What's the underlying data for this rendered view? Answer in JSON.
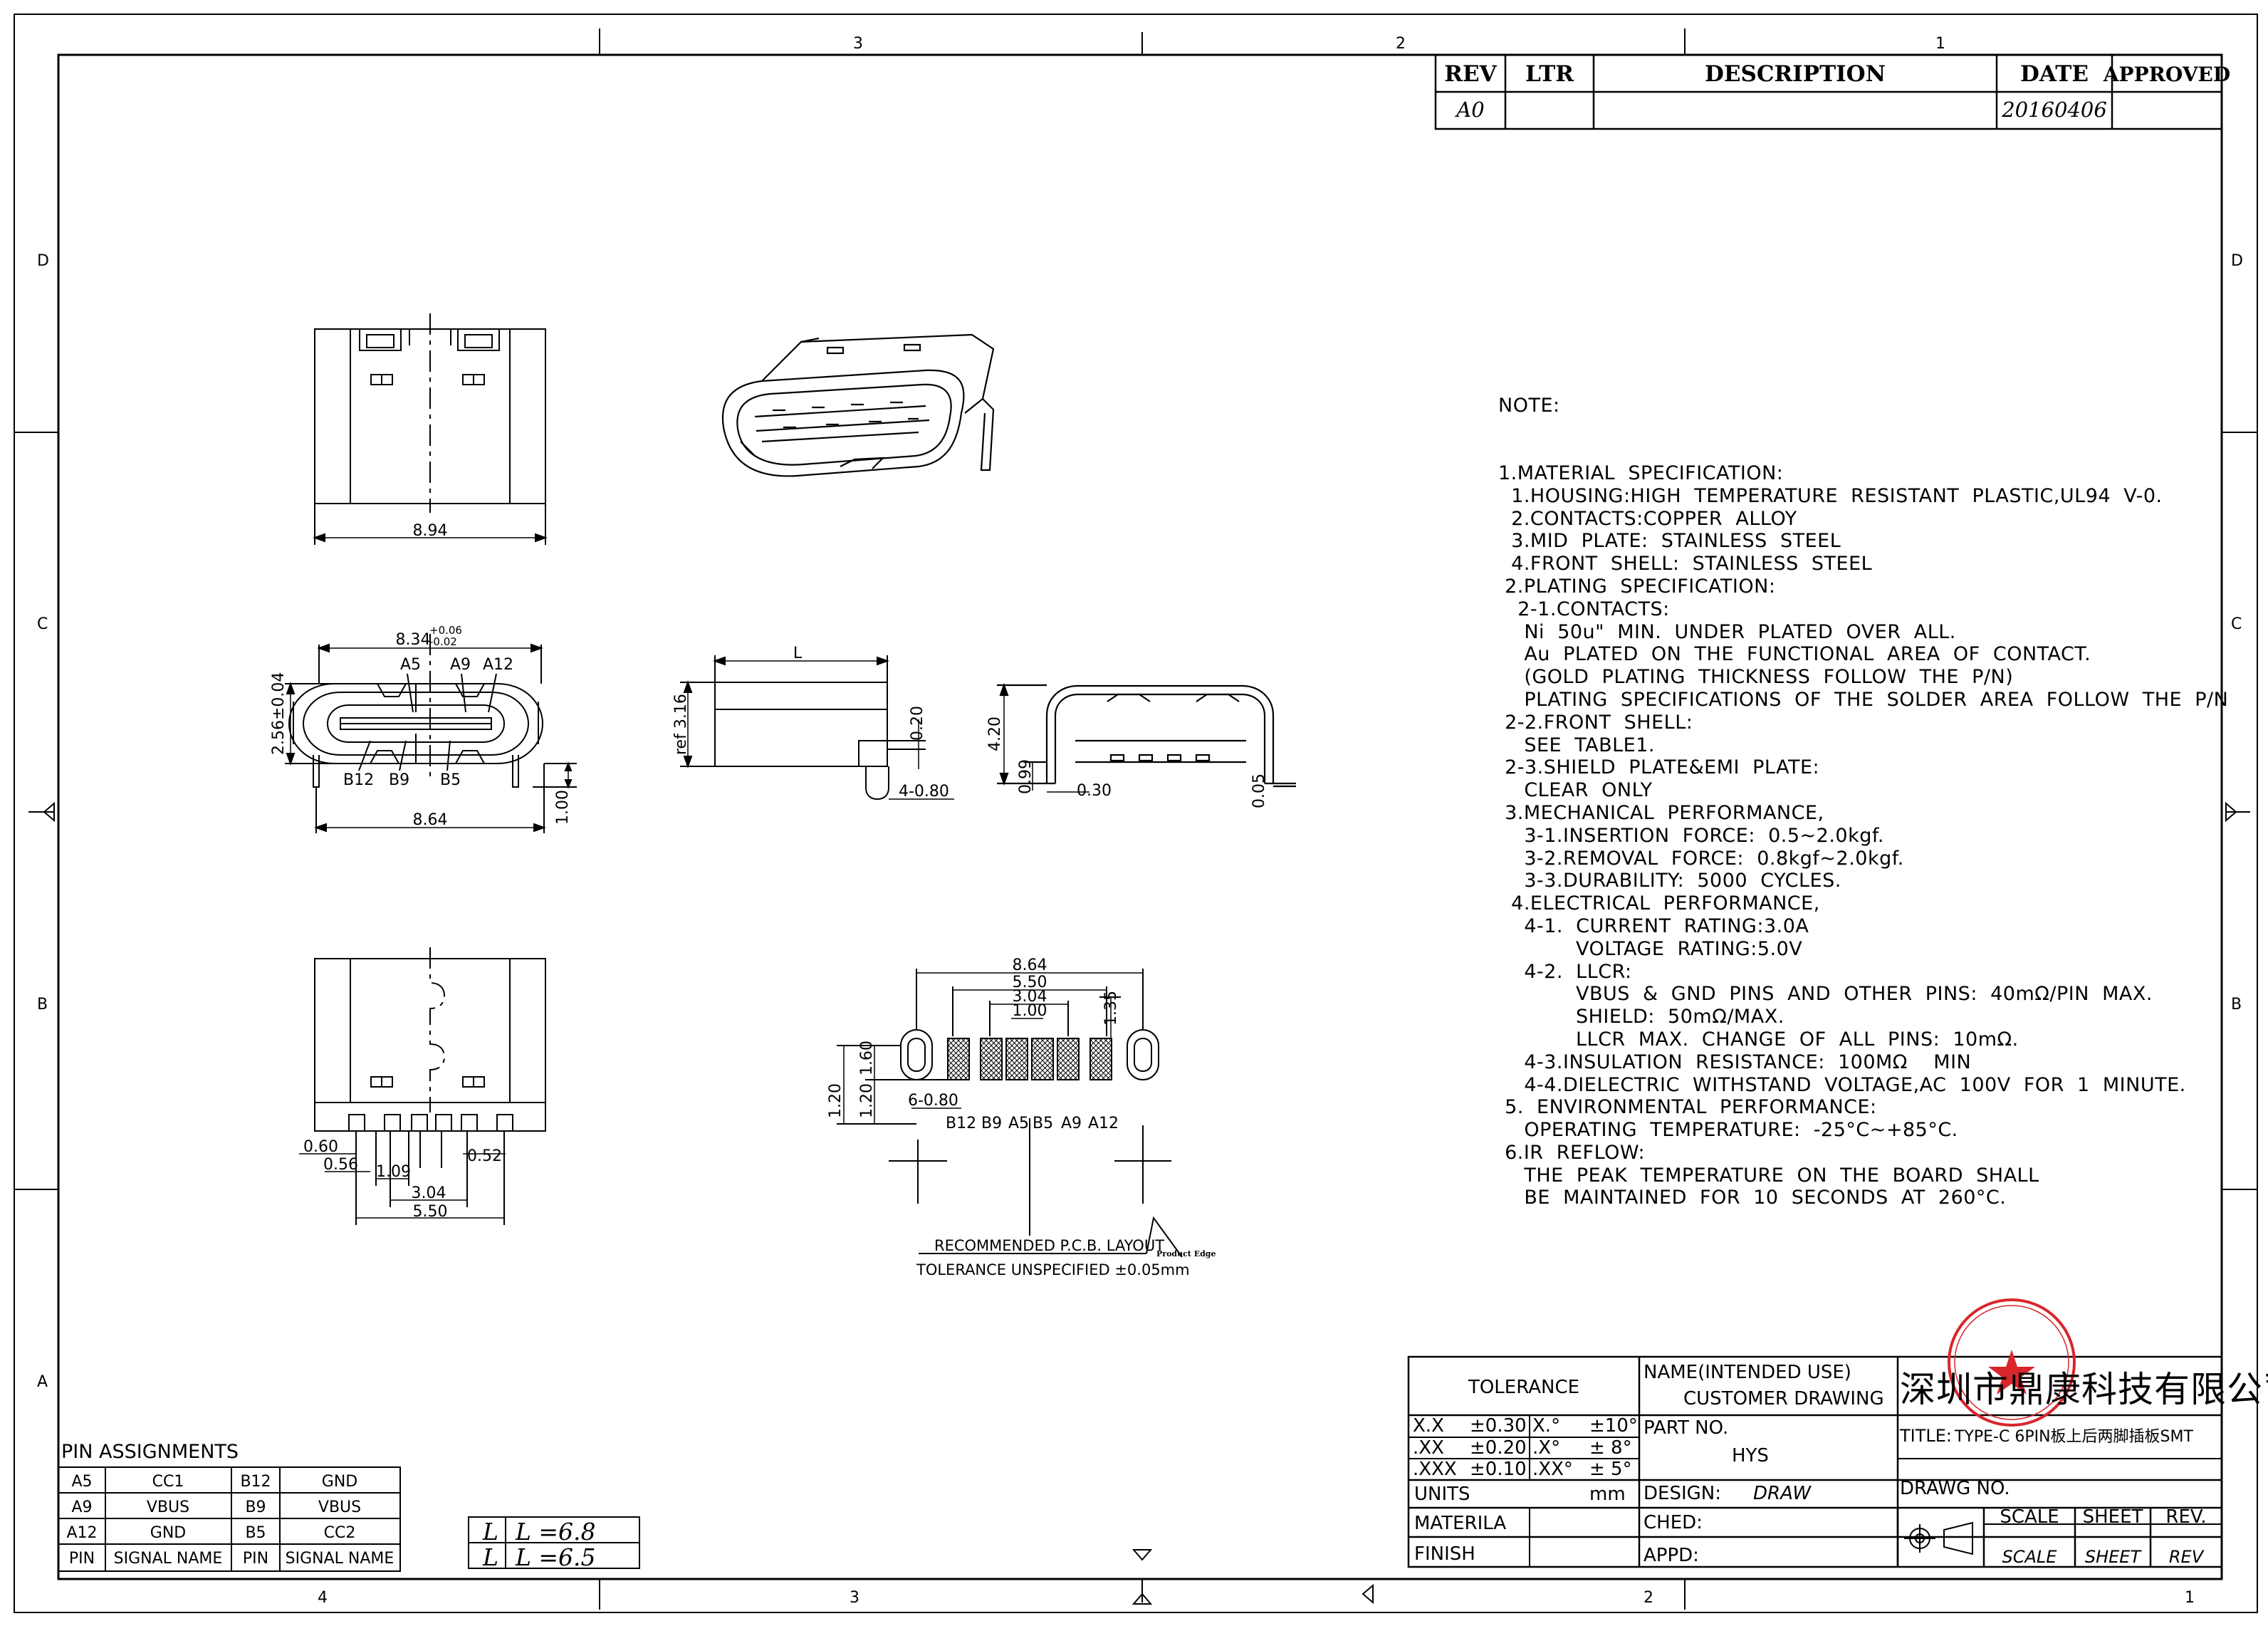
{
  "border_labels": {
    "top": [
      "3",
      "2",
      "1"
    ],
    "bottom": [
      "4",
      "3",
      "2",
      "1"
    ],
    "left": [
      "D",
      "C",
      "B",
      "A"
    ],
    "right": [
      "D",
      "C",
      "B"
    ]
  },
  "revision_table": {
    "headers": [
      "REV",
      "LTR",
      "DESCRIPTION",
      "DATE",
      "APPROVED"
    ],
    "row": {
      "rev": "A0",
      "ltr": "",
      "description": "",
      "date": "20160406",
      "approved": ""
    }
  },
  "notes": {
    "heading": "NOTE:",
    "lines": [
      "1.MATERIAL  SPECIFICATION:",
      "  1.HOUSING:HIGH  TEMPERATURE  RESISTANT  PLASTIC,UL94  V-0.",
      "  2.CONTACTS:COPPER  ALLOY",
      "  3.MID  PLATE:  STAINLESS  STEEL",
      "  4.FRONT  SHELL:  STAINLESS  STEEL",
      " 2.PLATING  SPECIFICATION:",
      "   2-1.CONTACTS:",
      "    Ni  50u\"  MIN.  UNDER  PLATED  OVER  ALL.",
      "    Au  PLATED  ON  THE  FUNCTIONAL  AREA  OF  CONTACT.",
      "    (GOLD  PLATING  THICKNESS  FOLLOW  THE  P/N)",
      "    PLATING  SPECIFICATIONS  OF  THE  SOLDER  AREA  FOLLOW  THE  P/N",
      " 2-2.FRONT  SHELL:",
      "    SEE  TABLE1.",
      " 2-3.SHIELD  PLATE&EMI  PLATE:",
      "    CLEAR  ONLY",
      " 3.MECHANICAL  PERFORMANCE,",
      "    3-1.INSERTION  FORCE:  0.5~2.0kgf.",
      "    3-2.REMOVAL  FORCE:  0.8kgf~2.0kgf.",
      "    3-3.DURABILITY:  5000  CYCLES.",
      "  4.ELECTRICAL  PERFORMANCE,",
      "    4-1.  CURRENT  RATING:3.0A",
      "            VOLTAGE  RATING:5.0V",
      "    4-2.  LLCR:",
      "            VBUS  &  GND  PINS  AND  OTHER  PINS:  40mΩ/PIN  MAX.",
      "            SHIELD:  50mΩ/MAX.",
      "            LLCR  MAX.  CHANGE  OF  ALL  PINS:  10mΩ.",
      "    4-3.INSULATION  RESISTANCE:  100MΩ    MIN",
      "    4-4.DIELECTRIC  WITHSTAND  VOLTAGE,AC  100V  FOR  1  MINUTE.",
      " 5.  ENVIRONMENTAL  PERFORMANCE:",
      "    OPERATING  TEMPERATURE:  -25°C~+85°C.",
      " 6.IR  REFLOW:",
      "    THE  PEAK  TEMPERATURE  ON  THE  BOARD  SHALL",
      "    BE  MAINTAINED  FOR  10  SECONDS  AT  260°C."
    ]
  },
  "dimensions": {
    "top_view_width": "8.94",
    "front_view_top_width": "8.34",
    "front_tol_plus": "+0.06",
    "front_tol_minus": "-0.02",
    "front_height": "2.56±0.04",
    "front_pin_labels_top": [
      "A5",
      "A9",
      "A12"
    ],
    "front_pin_labels_bottom": [
      "B12",
      "B9",
      "B5"
    ],
    "front_view_width": "8.64",
    "front_pin_height": "1.00",
    "side_length": "L",
    "side_ref_height": "ref  3.16",
    "side_gap": "0.20",
    "side_pitch": "4-0.80",
    "end_height": "4.20",
    "end_small_height": "0.99",
    "end_leg_width": "0.30",
    "end_offset": "0.05",
    "bottom_left_a": "0.60",
    "bottom_left_b": "0.56",
    "bottom_right": "0.52",
    "bottom_pitch": "1.09",
    "bottom_span": "3.04",
    "bottom_total": "5.50",
    "pcb_total": "8.64",
    "pcb_inner": "5.50",
    "pcb_mid": "3.04",
    "pcb_pitch": "1.00",
    "pcb_pad_len": "1.35",
    "pcb_hole_h": "1.60",
    "pcb_left_h1": "1.20",
    "pcb_left_h2": "1.20",
    "pcb_pad_spec": "6-0.80",
    "pcb_pin_labels": [
      "B12",
      "B9",
      "A5",
      "B5",
      "A9",
      "A12"
    ],
    "pcb_caption_1": "RECOMMENDED   P.C.B.  LAYOUT",
    "pcb_caption_2": "TOLERANCE  UNSPECIFIED  ±0.05mm",
    "pcb_edge_note": "Product Edge"
  },
  "pin_assignments": {
    "title": "PIN  ASSIGNMENTS",
    "rows": [
      [
        "A5",
        "CC1",
        "B12",
        "GND"
      ],
      [
        "A9",
        "VBUS",
        "B9",
        "VBUS"
      ],
      [
        "A12",
        "GND",
        "B5",
        "CC2"
      ],
      [
        "PIN",
        "SIGNAL NAME",
        "PIN",
        "SIGNAL NAME"
      ]
    ]
  },
  "length_table": {
    "rows": [
      [
        "L",
        "L  =6.8"
      ],
      [
        "L",
        "L  =6.5"
      ]
    ]
  },
  "title_block": {
    "tolerance_label": "TOLERANCE",
    "tolerance_rows": [
      [
        "X.X",
        "±0.30",
        "X.°",
        "±10°"
      ],
      [
        ".XX",
        "±0.20",
        ".X°",
        "±  8°"
      ],
      [
        ".XXX",
        "±0.10",
        ".XX°",
        "±  5°"
      ]
    ],
    "units_label": "UNITS",
    "units_value": "mm",
    "material_label": "MATERILA",
    "finish_label": "FINISH",
    "name_label": "NAME(INTENDED  USE)",
    "name_value": "CUSTOMER  DRAWING",
    "company": "深圳市鼎康科技有限公司",
    "part_label": "PART  NO.",
    "part_value": "HYS",
    "title_label": "TITLE:",
    "title_value": "TYPE-C  6PIN板上后两脚插板SMT",
    "design_label": "DESIGN:",
    "design_value": "DRAW",
    "drawg_label": "DRAWG  NO.",
    "ched_label": "CHED:",
    "appd_label": "APPD:",
    "scale_label": "SCALE",
    "sheet_label": "SHEET",
    "rev_label": "REV.",
    "scale_value": "SCALE",
    "sheet_value": "SHEET",
    "rev_value": "REV",
    "stamp_color": "#d9262b"
  }
}
